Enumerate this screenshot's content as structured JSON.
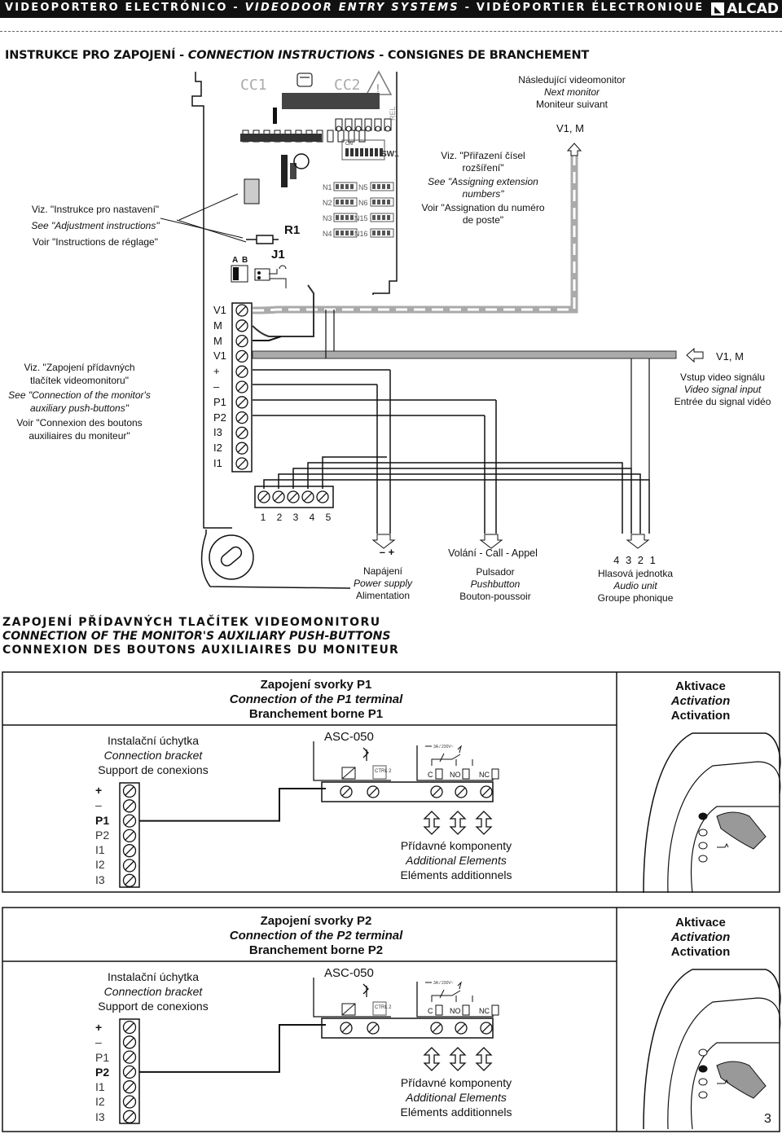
{
  "header": {
    "title_part1": "VIDEOPORTERO ELECTRÓNICO - ",
    "title_part2": "VIDEODOOR ENTRY SYSTEMS",
    "title_part3": " - VIDÉOPORTIER ÉLECTRONIQUE",
    "logo": "ALCAD"
  },
  "section_title": {
    "part1": "INSTRUKCE PRO ZAPOJENÍ - ",
    "part2": "CONNECTION INSTRUCTIONS",
    "part3": " - CONSIGNES DE BRANCHEMENT"
  },
  "board": {
    "cc1": "CC1",
    "cc2": "CC2",
    "rel": "REL",
    "sw1": "SW1",
    "on": "ON",
    "r1": "R1",
    "j1": "J1",
    "a": "A",
    "b": "B",
    "switches_left": [
      "N1",
      "N2",
      "N3",
      "N4"
    ],
    "switches_right": [
      "N5",
      "N6",
      "N15",
      "N16"
    ],
    "terminals": [
      "V1",
      "M",
      "M",
      "V1",
      "+",
      "–",
      "P1",
      "P2",
      "I3",
      "I2",
      "I1"
    ],
    "bottom_terminals": [
      "1",
      "2",
      "3",
      "4",
      "5"
    ]
  },
  "notes": {
    "adjust": [
      "Viz. \"Instrukce pro nastavení\"",
      "See \"Adjustment instructions\"",
      "Voir \"Instructions de réglage\""
    ],
    "aux": [
      "Viz. \"Zapojení přídavných tlačítek videomonitoru\"",
      "See \"Connection of the monitor's auxiliary push-buttons\"",
      "Voir \"Connexion des boutons auxiliaires du moniteur\""
    ],
    "assign": [
      "Viz. \"Přiřazení čísel rozšíření\"",
      "See \"Assigning extension numbers\"",
      "Voir \"Assignation du numéro de poste\""
    ],
    "next_monitor": [
      "Následující videomonitor",
      "Next monitor",
      "Moniteur suivant"
    ],
    "v1m_top": "V1, M",
    "v1m_right": "V1, M",
    "video_input": [
      "Vstup video signálu",
      "Video signal input",
      "Entrée du signal vidéo"
    ],
    "power_signs": "–  +",
    "power": [
      "Napájení",
      "Power supply",
      "Alimentation"
    ],
    "call_title": "Volání - Call - Appel",
    "pushbutton": [
      "Pulsador",
      "Pushbutton",
      "Bouton-poussoir"
    ],
    "audio_nums": "4 3 2 1",
    "audio": [
      "Hlasová jednotka",
      "Audio unit",
      "Groupe phonique"
    ]
  },
  "section2_title": [
    "ZAPOJENÍ PŘÍDAVNÝCH TLAČÍTEK VIDEOMONITORU",
    "CONNECTION OF THE MONITOR'S AUXILIARY PUSH-BUTTONS",
    "CONNEXION DES BOUTONS AUXILIAIRES DU MONITEUR"
  ],
  "panels": [
    {
      "head": [
        "Zapojení svorky P1",
        "Connection of the P1 terminal",
        "Branchement borne P1"
      ],
      "activation": [
        "Aktivace",
        "Activation",
        "Activation"
      ],
      "bracket": [
        "Instalační úchytka",
        "Connection bracket",
        "Support de conexions"
      ],
      "terminals": [
        "+",
        "–",
        "P1",
        "P2",
        "I1",
        "I2",
        "I3"
      ],
      "bold_index": 2,
      "device": "ASC-050",
      "relay": "3A / 230V~",
      "ctrl": "CTRL 2",
      "relay_terms": [
        "C",
        "NO",
        "NC"
      ],
      "additional": [
        "Přídavné komponenty",
        "Additional Elements",
        "Eléments  additionnels"
      ]
    },
    {
      "head": [
        "Zapojení svorky P2",
        "Connection of the P2 terminal",
        "Branchement borne P2"
      ],
      "activation": [
        "Aktivace",
        "Activation",
        "Activation"
      ],
      "bracket": [
        "Instalační úchytka",
        "Connection bracket",
        "Support de conexions"
      ],
      "terminals": [
        "+",
        "–",
        "P1",
        "P2",
        "I1",
        "I2",
        "I3"
      ],
      "bold_index": 3,
      "device": "ASC-050",
      "relay": "3A / 230V~",
      "ctrl": "CTRL 2",
      "relay_terms": [
        "C",
        "NO",
        "NC"
      ],
      "additional": [
        "Přídavné komponenty",
        "Additional Elements",
        "Eléments  additionnels"
      ]
    }
  ],
  "page_number": "3"
}
